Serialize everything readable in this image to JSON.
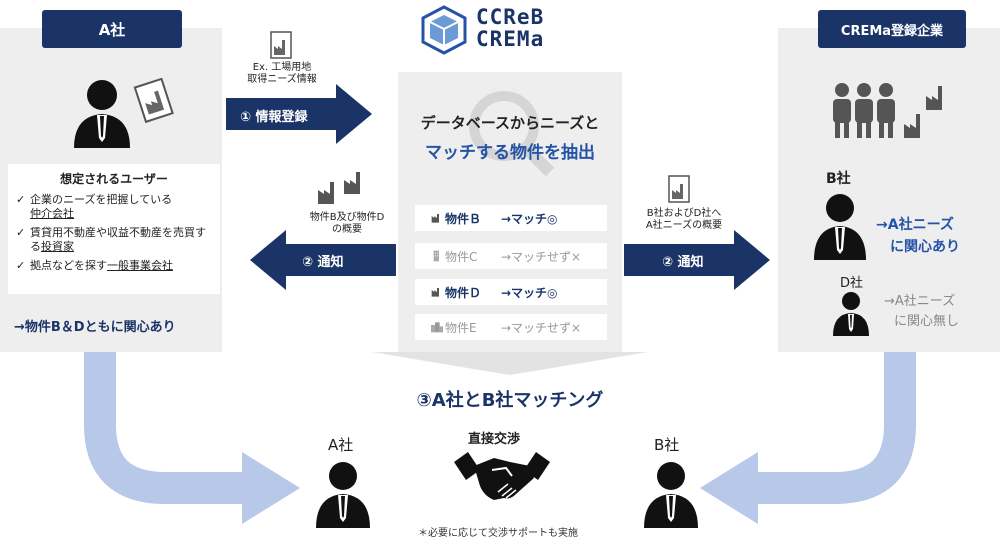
{
  "logo": {
    "line1": "CCReB",
    "line2": "CREMa"
  },
  "left_panel": {
    "tab": "A社",
    "users_title": "想定されるユーザー",
    "bullets": [
      {
        "check": "✓",
        "text": "企業のニーズを把握している",
        "underlined": "仲介会社"
      },
      {
        "check": "✓",
        "text": "賃貸用不動産や収益不動産を売買する",
        "underlined": "投資家"
      },
      {
        "check": "✓",
        "text": "拠点などを探す",
        "underlined": "一般事業会社"
      }
    ],
    "interest": "→物件B＆Dともに関心あり"
  },
  "step1": {
    "caption1": "Ex. 工場用地",
    "caption2": "取得ニーズ情報",
    "label": "① 情報登録"
  },
  "center": {
    "line1": "データベースからニーズと",
    "line2": "マッチする物件を抽出",
    "rows": [
      {
        "icon": "factory-icon",
        "name": "物件Ｂ",
        "result": "→マッチ◎",
        "matched": true
      },
      {
        "icon": "building-icon",
        "name": "物件C",
        "result": "→マッチせず×",
        "matched": false
      },
      {
        "icon": "factory-icon",
        "name": "物件Ｄ",
        "result": "→マッチ◎",
        "matched": true
      },
      {
        "icon": "office-icon",
        "name": "物件E",
        "result": "→マッチせず×",
        "matched": false
      }
    ]
  },
  "step2_left": {
    "caption1": "物件B及び物件D",
    "caption2": "の概要",
    "label": "② 通知"
  },
  "step2_right": {
    "caption1": "B社およびD社へ",
    "caption2": "A社ニーズの概要",
    "label": "② 通知"
  },
  "right_panel": {
    "tab": "CREMa登録企業",
    "b_label": "B社",
    "b_interest1": "→A社ニーズ",
    "b_interest2": "に関心あり",
    "d_label": "D社",
    "d_interest1": "→A社ニーズ",
    "d_interest2": "に関心無し"
  },
  "step3": {
    "label": "③A社とB社マッチング"
  },
  "bottom": {
    "a_label": "A社",
    "b_label": "B社",
    "deal_label": "直接交渉",
    "footnote": "＊必要に応じて交渉サポートも実施"
  },
  "colors": {
    "navy": "#1b3468",
    "blue": "#2453a7",
    "light_arrow": "#b7c8e8",
    "panel": "#eeeeee"
  }
}
